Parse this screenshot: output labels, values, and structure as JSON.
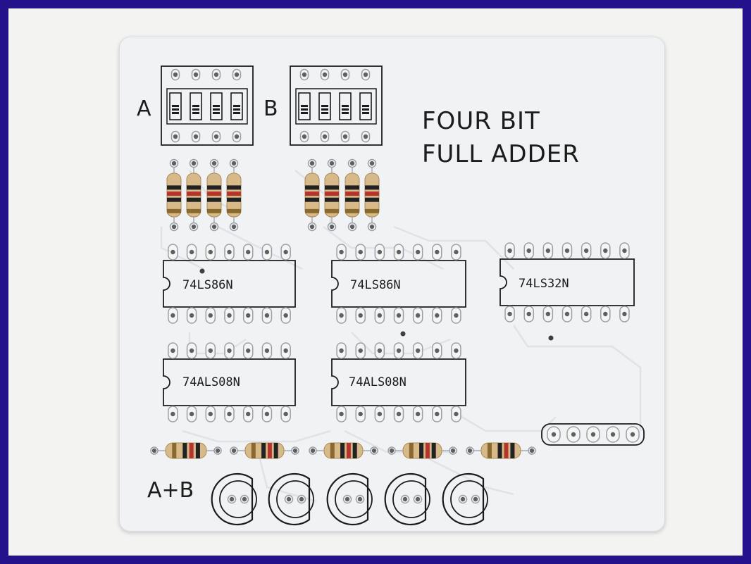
{
  "board": {
    "title_line1": "FOUR BIT",
    "title_line2": "FULL ADDER",
    "label_a": "A",
    "label_b": "B",
    "label_sum": "A+B"
  },
  "chips": [
    {
      "name": "chip-74ls86n-1",
      "label": "74LS86N"
    },
    {
      "name": "chip-74ls86n-2",
      "label": "74LS86N"
    },
    {
      "name": "chip-74ls32n",
      "label": "74LS32N"
    },
    {
      "name": "chip-74als08n-1",
      "label": "74ALS08N"
    },
    {
      "name": "chip-74als08n-2",
      "label": "74ALS08N"
    }
  ],
  "colors": {
    "background": "#23128c",
    "board": "#f0f2f4",
    "silkscreen": "#1c1c1c",
    "resistor_body": "#d8b98a"
  }
}
